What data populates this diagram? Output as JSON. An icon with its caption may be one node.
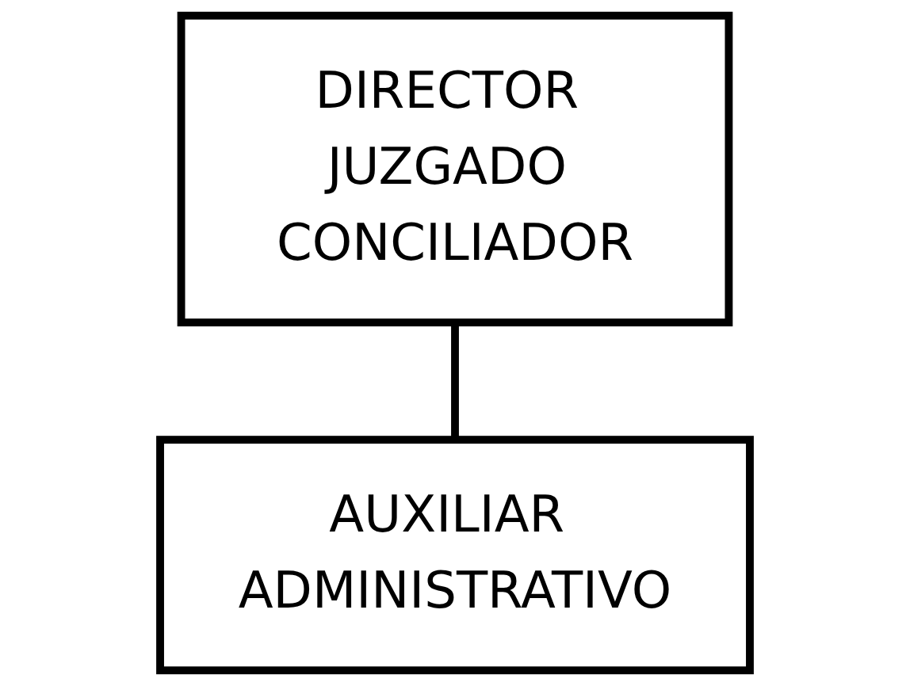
{
  "diagram": {
    "nodes": [
      {
        "text": [
          "DIRECTOR JUZGADO CONCILIADOR"
        ]
      },
      {
        "text": [
          "AUXILIAR ADMINISTRATIVO"
        ]
      }
    ],
    "edges": [
      {
        "from": 0,
        "to": 1,
        "arrow": "none"
      }
    ]
  }
}
